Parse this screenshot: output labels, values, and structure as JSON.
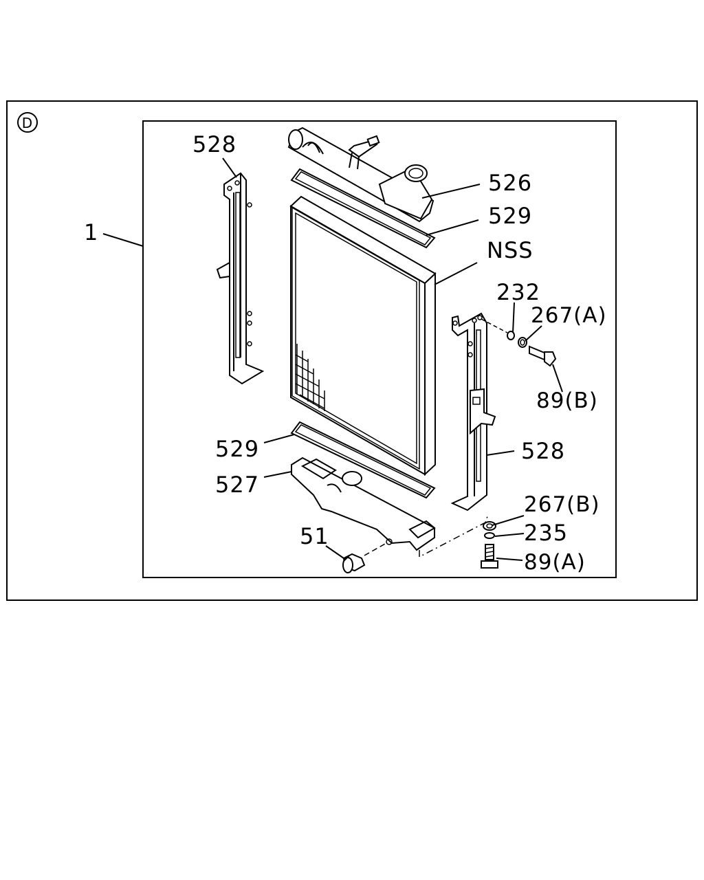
{
  "section_marker": "D",
  "labels": {
    "assembly": "1",
    "bracket_left": "528",
    "upper_tank": "526",
    "upper_gasket": "529",
    "core": "NSS",
    "washer_232": "232",
    "nut_267a": "267(A)",
    "bolt_89b": "89(B)",
    "bracket_right": "528",
    "lower_gasket": "529",
    "lower_tank": "527",
    "drain_cock": "51",
    "nut_267b": "267(B)",
    "washer_235": "235",
    "bolt_89a": "89(A)"
  }
}
